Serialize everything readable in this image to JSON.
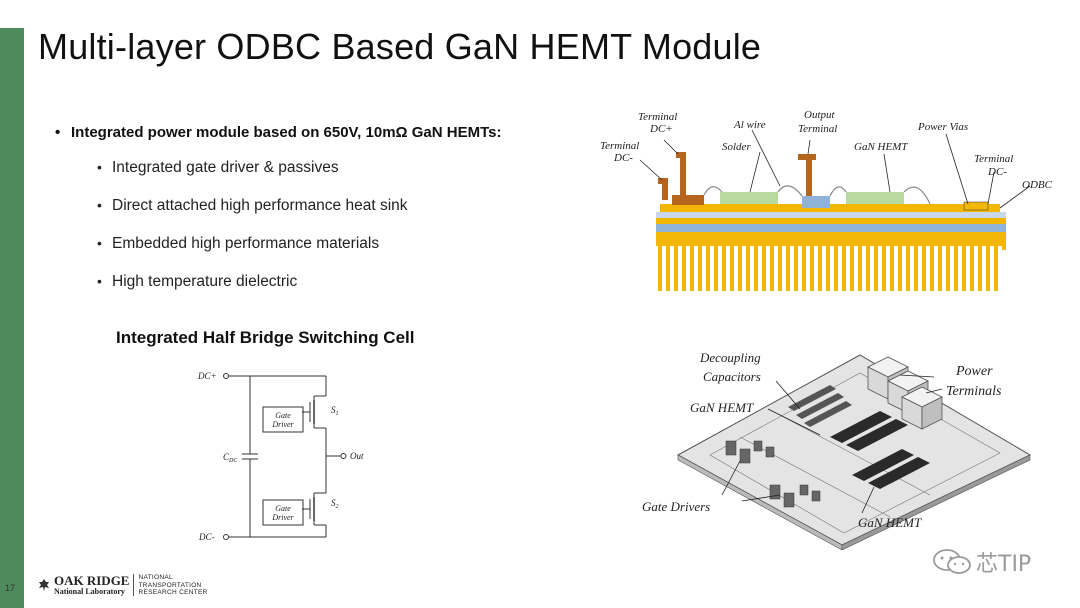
{
  "slide": {
    "title": "Multi-layer ODBC Based GaN HEMT Module",
    "page_number": "17"
  },
  "bullets": {
    "main": "Integrated power module based on 650V, 10mΩ GaN HEMTs:",
    "subs": [
      "Integrated gate driver & passives",
      "Direct attached high performance heat sink",
      "Embedded high performance materials",
      "High temperature dielectric"
    ]
  },
  "circuit": {
    "title": "Integrated Half Bridge Switching Cell",
    "dc_plus": "DC+",
    "dc_minus": "DC-",
    "out": "Out",
    "cdc": "C",
    "cdc_sub": "DC",
    "gate_driver_1": "Gate",
    "gate_driver_2": "Driver",
    "s1": "S",
    "s1_sub": "1",
    "s2": "S",
    "s2_sub": "2"
  },
  "cross_section": {
    "labels": {
      "terminal_dc_plus_1": "Terminal",
      "terminal_dc_plus_2": "DC+",
      "terminal_dc_minus_left_1": "Terminal",
      "terminal_dc_minus_left_2": "DC-",
      "al_wire": "Al wire",
      "solder": "Solder",
      "output_terminal_1": "Output",
      "output_terminal_2": "Terminal",
      "gan_hemt": "GaN HEMT",
      "power_vias": "Power Vias",
      "terminal_dc_minus_right_1": "Terminal",
      "terminal_dc_minus_right_2": "DC-",
      "odbc": "ODBC"
    }
  },
  "module_3d": {
    "labels": {
      "decoupling_1": "Decoupling",
      "decoupling_2": "Capacitors",
      "gan_hemt_top": "GaN HEMT",
      "power_terminals_1": "Power",
      "power_terminals_2": "Terminals",
      "gate_drivers": "Gate Drivers",
      "gan_hemt_bottom": "GaN HEMT"
    }
  },
  "footer": {
    "logo_name": "OAK RIDGE",
    "logo_sub": "National Laboratory",
    "ntrc_1": "NATIONAL",
    "ntrc_2": "TRANSPORTATION",
    "ntrc_3": "RESEARCH CENTER"
  },
  "watermark": {
    "text": "芯TIP"
  },
  "colors": {
    "accent_bar": "#4e8a5c",
    "gold": "#f2b705",
    "copper": "#b5651d",
    "blue_substrate": "#8fb3d9",
    "green_die": "#b8d9a0"
  }
}
